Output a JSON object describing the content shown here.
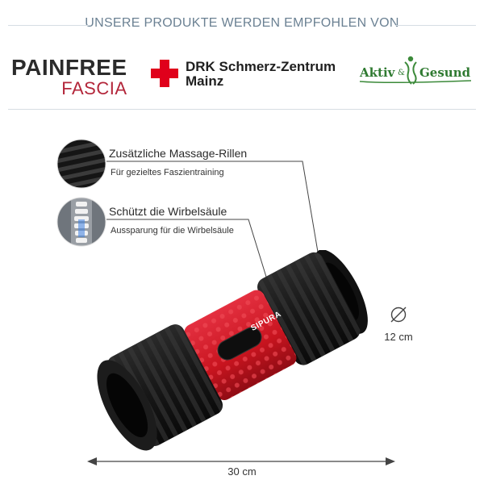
{
  "header": {
    "title": "UNSERE PRODUKTE WERDEN EMPFOHLEN VON"
  },
  "logos": {
    "painfree_top": "PAINFREE",
    "painfree_bottom": "FASCIA",
    "drk_line1": "DRK Schmerz-Zentrum",
    "drk_line2": "Mainz",
    "aktiv": "Aktiv",
    "amp": "&",
    "gesund": "Gesund"
  },
  "features": [
    {
      "title": "Zusätzliche Massage-Rillen",
      "subtitle": "Für gezieltes Faszientraining"
    },
    {
      "title": "Schützt die Wirbelsäule",
      "subtitle": "Aussparung für die Wirbelsäule"
    }
  ],
  "product": {
    "brand": "SIPURA"
  },
  "dimensions": {
    "diameter_symbol": "∅",
    "diameter": "12 cm",
    "length": "30 cm"
  },
  "colors": {
    "accent_red": "#d3182a",
    "roller_black": "#1b1b1b",
    "header_text": "#6b8193",
    "green": "#2f7a31"
  }
}
